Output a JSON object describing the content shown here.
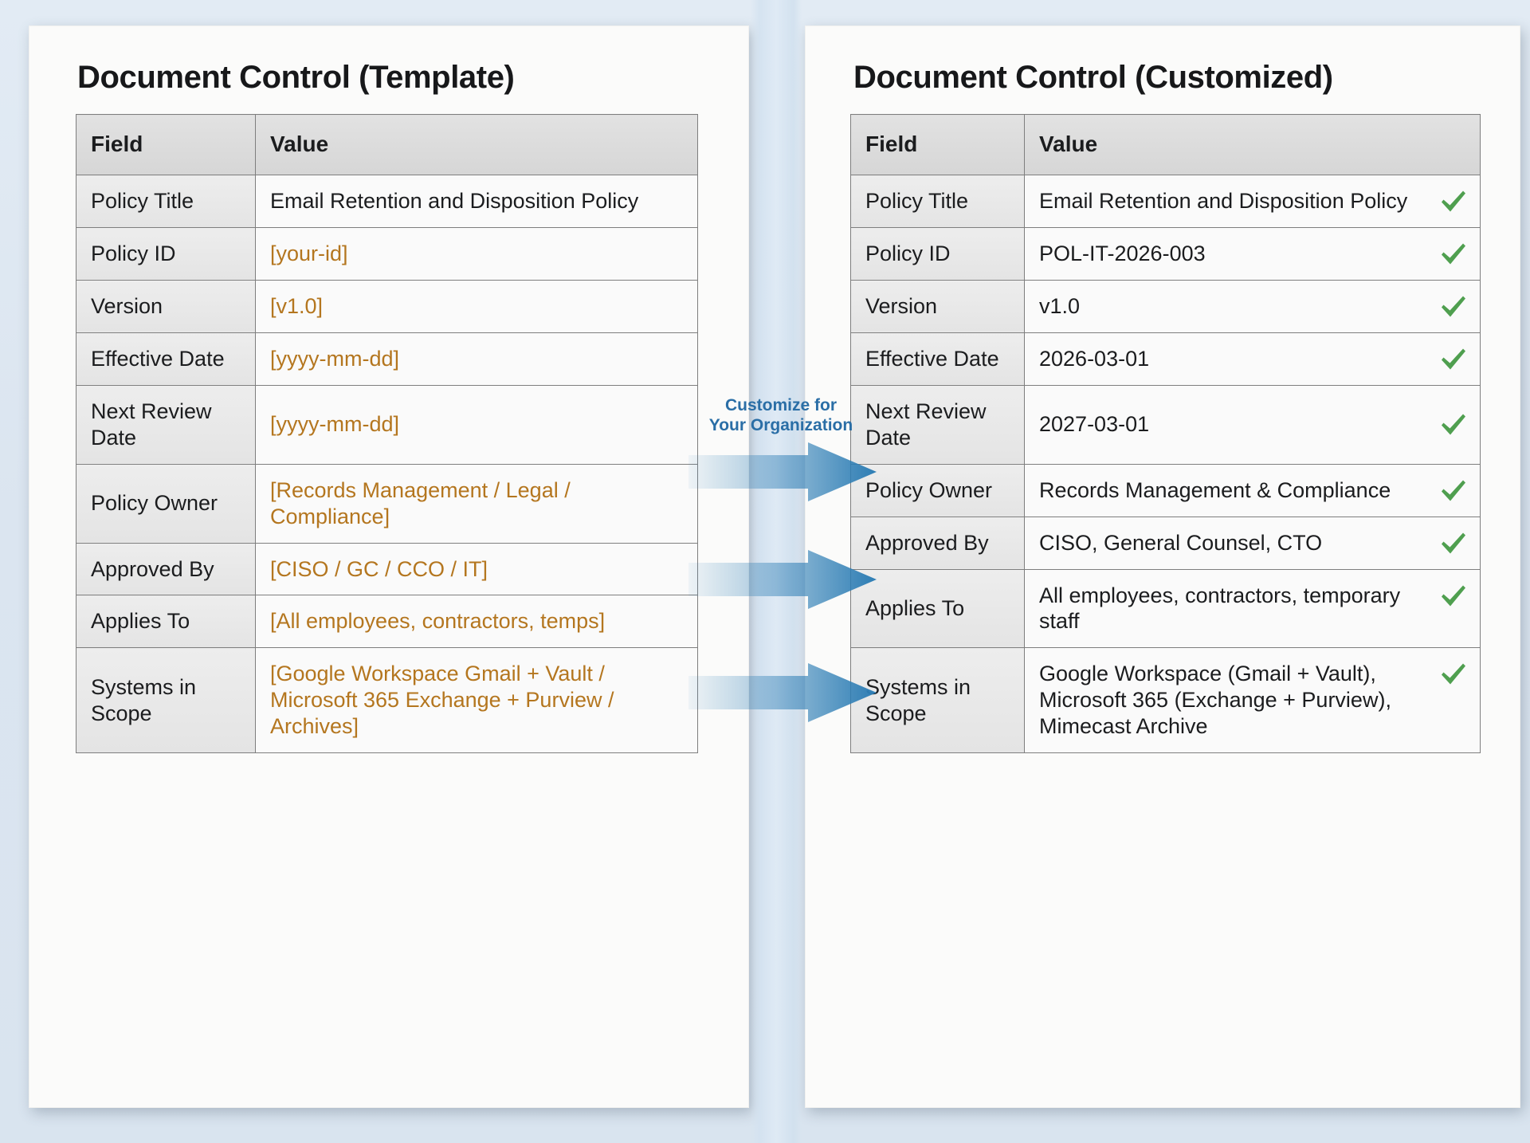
{
  "colors": {
    "page_background": "#dce6f1",
    "card_background": "#fbfbfa",
    "placeholder_text": "#b4761f",
    "check_green": "#4f9f4f",
    "arrow_blue": "#2e7eb5",
    "label_blue": "#2a6ea6",
    "header_row": "#dcdcdc"
  },
  "left_panel": {
    "title": "Document Control (Template)",
    "columns": [
      "Field",
      "Value"
    ],
    "rows": [
      {
        "field": "Policy Title",
        "value": "Email Retention and Disposition Policy",
        "placeholder": false
      },
      {
        "field": "Policy ID",
        "value": "[your-id]",
        "placeholder": true
      },
      {
        "field": "Version",
        "value": "[v1.0]",
        "placeholder": true
      },
      {
        "field": "Effective Date",
        "value": "[yyyy-mm-dd]",
        "placeholder": true
      },
      {
        "field": "Next Review Date",
        "value": "[yyyy-mm-dd]",
        "placeholder": true
      },
      {
        "field": "Policy Owner",
        "value": "[Records Management / Legal / Compliance]",
        "placeholder": true
      },
      {
        "field": "Approved By",
        "value": "[CISO / GC / CCO / IT]",
        "placeholder": true
      },
      {
        "field": "Applies To",
        "value": "[All employees, contractors, temps]",
        "placeholder": true
      },
      {
        "field": "Systems in Scope",
        "value": "[Google Workspace Gmail + Vault / Microsoft 365 Exchange + Purview / Archives]",
        "placeholder": true
      }
    ]
  },
  "right_panel": {
    "title": "Document Control (Customized)",
    "columns": [
      "Field",
      "Value"
    ],
    "rows": [
      {
        "field": "Policy Title",
        "value": "Email Retention and Disposition Policy",
        "check": true
      },
      {
        "field": "Policy ID",
        "value": "POL-IT-2026-003",
        "check": true
      },
      {
        "field": "Version",
        "value": "v1.0",
        "check": true
      },
      {
        "field": "Effective Date",
        "value": "2026-03-01",
        "check": true
      },
      {
        "field": "Next Review Date",
        "value": "2027-03-01",
        "check": true
      },
      {
        "field": "Policy Owner",
        "value": "Records Management & Compliance",
        "check": true
      },
      {
        "field": "Approved By",
        "value": "CISO, General Counsel, CTO",
        "check": true
      },
      {
        "field": "Applies To",
        "value": "All employees, contractors, temporary staff",
        "check": true
      },
      {
        "field": "Systems in Scope",
        "value": "Google Workspace (Gmail + Vault), Microsoft 365 (Exchange + Purview), Mimecast Archive",
        "check": true
      }
    ]
  },
  "transition": {
    "label_line1": "Customize for",
    "label_line2": "Your Organization",
    "arrow_count": 3,
    "arrow_icon": "arrow-right-icon",
    "check_icon": "check-mark-icon"
  }
}
